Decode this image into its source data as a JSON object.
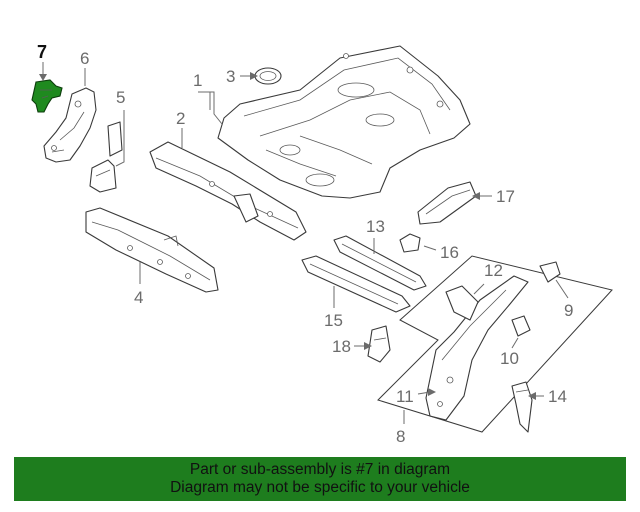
{
  "diagram": {
    "callouts": {
      "c1": "1",
      "c2": "2",
      "c3": "3",
      "c4": "4",
      "c5": "5",
      "c6": "6",
      "c7": "7",
      "c8": "8",
      "c9": "9",
      "c10": "10",
      "c11": "11",
      "c12": "12",
      "c13": "13",
      "c14": "14",
      "c15": "15",
      "c16": "16",
      "c17": "17",
      "c18": "18"
    },
    "highlighted_part": "7",
    "highlight_color": "#1f8a1f"
  },
  "banner": {
    "line1": "Part or sub-assembly is #7 in diagram",
    "line2": "Diagram may not be specific to your vehicle",
    "background": "#1e7d1e"
  }
}
